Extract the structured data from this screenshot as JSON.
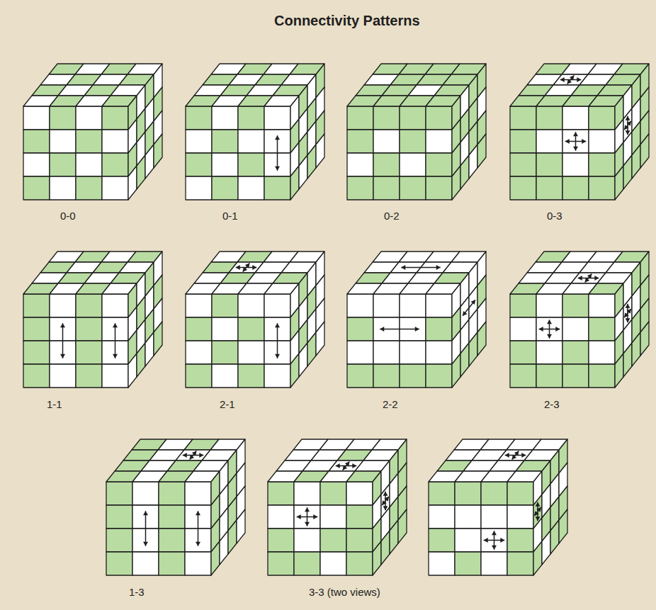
{
  "diagram": {
    "title": "Connectivity Patterns",
    "labels": [
      "0-0",
      "0-1",
      "0-2",
      "0-3",
      "1-1",
      "2-1",
      "2-2",
      "2-3",
      "1-3",
      "3-3 (two views)"
    ]
  }
}
